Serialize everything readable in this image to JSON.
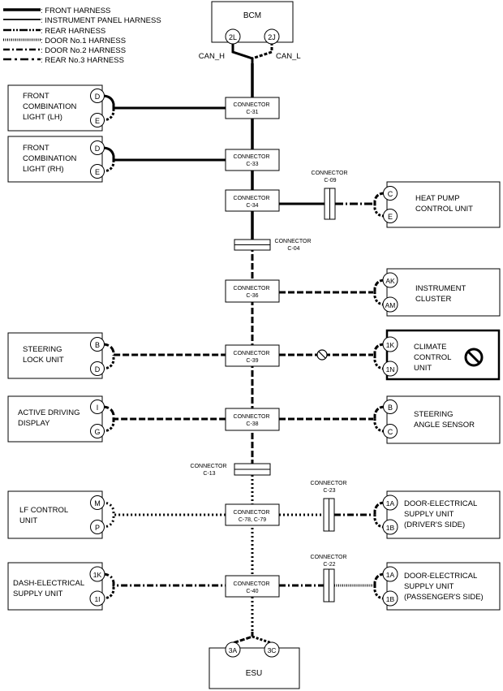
{
  "legend": {
    "front": ": FRONT HARNESS",
    "instrument_panel": ": INSTRUMENT PANEL HARNESS",
    "rear": ": REAR HARNESS",
    "door1": ": DOOR No.1 HARNESS",
    "door2": ": DOOR No.2 HARNESS",
    "rear3": ": REAR No.3 HARNESS"
  },
  "bcm": {
    "title": "BCM",
    "pin_left": "2L",
    "pin_right": "2J",
    "can_h": "CAN_H",
    "can_l": "CAN_L"
  },
  "connectors": {
    "c31": {
      "line1": "CONNECTOR",
      "line2": "C-31"
    },
    "c33": {
      "line1": "CONNECTOR",
      "line2": "C-33"
    },
    "c34": {
      "line1": "CONNECTOR",
      "line2": "C-34"
    },
    "c09": {
      "line1": "CONNECTOR",
      "line2": "C-09"
    },
    "c04": {
      "line1": "CONNECTOR",
      "line2": "C-04"
    },
    "c36": {
      "line1": "CONNECTOR",
      "line2": "C-36"
    },
    "c39": {
      "line1": "CONNECTOR",
      "line2": "C-39"
    },
    "c38": {
      "line1": "CONNECTOR",
      "line2": "C-38"
    },
    "c13": {
      "line1": "CONNECTOR",
      "line2": "C-13"
    },
    "c78": {
      "line1": "CONNECTOR",
      "line2": "C-78, C-79"
    },
    "c23": {
      "line1": "CONNECTOR",
      "line2": "C-23"
    },
    "c40": {
      "line1": "CONNECTOR",
      "line2": "C-40"
    },
    "c22": {
      "line1": "CONNECTOR",
      "line2": "C-22"
    }
  },
  "modules": {
    "front_lh": {
      "lines": [
        "FRONT",
        "COMBINATION",
        "LIGHT (LH)"
      ],
      "pin_top": "D",
      "pin_bottom": "E"
    },
    "front_rh": {
      "lines": [
        "FRONT",
        "COMBINATION",
        "LIGHT (RH)"
      ],
      "pin_top": "D",
      "pin_bottom": "E"
    },
    "heat_pump": {
      "lines": [
        "HEAT PUMP",
        "CONTROL UNIT"
      ],
      "pin_top": "C",
      "pin_bottom": "E"
    },
    "instrument": {
      "lines": [
        "INSTRUMENT",
        "CLUSTER"
      ],
      "pin_top": "AK",
      "pin_bottom": "AM"
    },
    "steering_lock": {
      "lines": [
        "STEERING",
        "LOCK UNIT"
      ],
      "pin_top": "B",
      "pin_bottom": "D"
    },
    "climate": {
      "lines": [
        "CLIMATE",
        "CONTROL",
        "UNIT"
      ],
      "pin_top": "1K",
      "pin_bottom": "1N"
    },
    "active_display": {
      "lines": [
        "ACTIVE DRIVING",
        "DISPLAY"
      ],
      "pin_top": "I",
      "pin_bottom": "G"
    },
    "steering_angle": {
      "lines": [
        "STEERING",
        "ANGLE SENSOR"
      ],
      "pin_top": "B",
      "pin_bottom": "C"
    },
    "lf_control": {
      "lines": [
        "LF CONTROL",
        "UNIT"
      ],
      "pin_top": "M",
      "pin_bottom": "P"
    },
    "door_driver": {
      "lines": [
        "DOOR-ELECTRICAL",
        "SUPPLY UNIT",
        "(DRIVER'S SIDE)"
      ],
      "pin_top": "1A",
      "pin_bottom": "1B"
    },
    "dash_supply": {
      "lines": [
        "DASH-ELECTRICAL",
        "SUPPLY UNIT"
      ],
      "pin_top": "1K",
      "pin_bottom": "1I"
    },
    "door_passenger": {
      "lines": [
        "DOOR-ELECTRICAL",
        "SUPPLY UNIT",
        "(PASSENGER'S SIDE)"
      ],
      "pin_top": "1A",
      "pin_bottom": "1B"
    }
  },
  "esu": {
    "title": "ESU",
    "pin_left": "3A",
    "pin_right": "3C"
  }
}
